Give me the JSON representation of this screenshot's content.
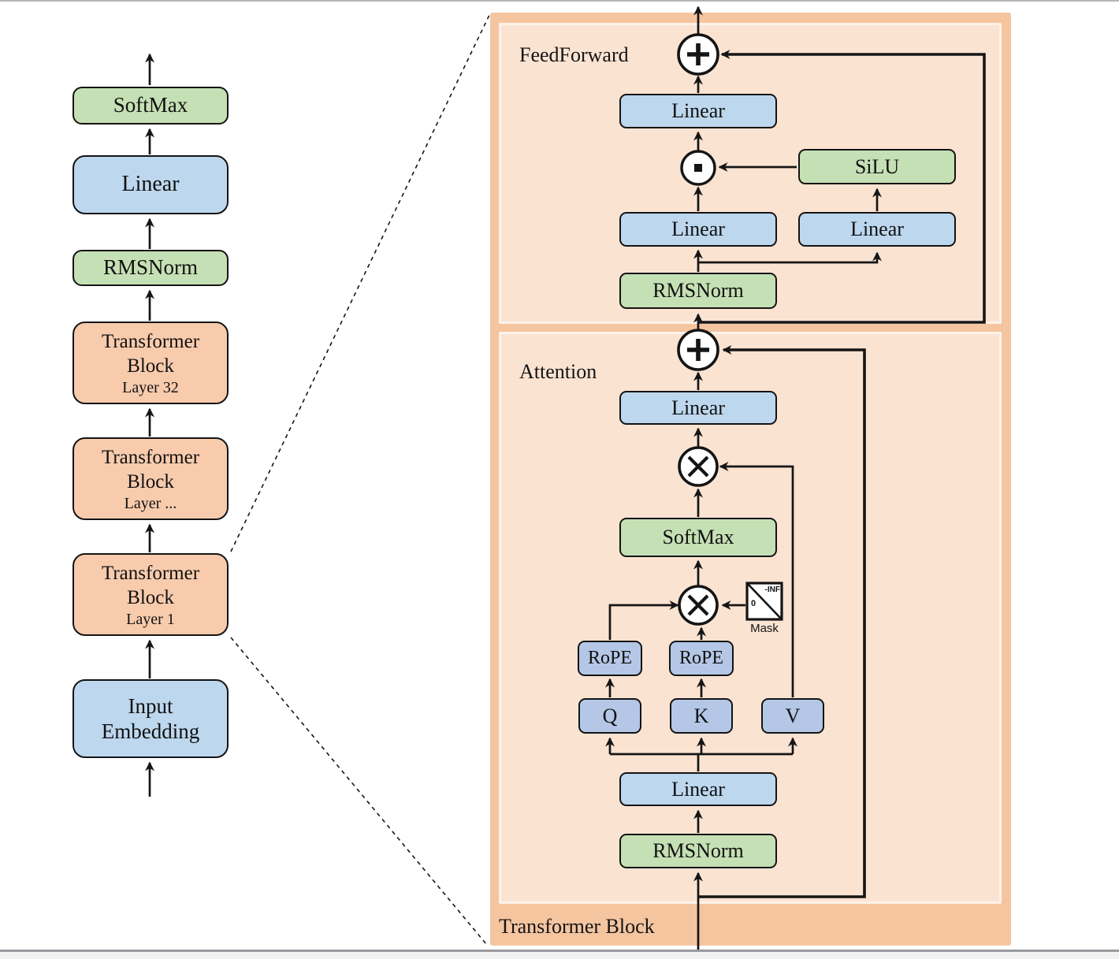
{
  "left_column": {
    "softmax_label": "SoftMax",
    "linear_label": "Linear",
    "rmsnorm_label": "RMSNorm",
    "blocks": [
      {
        "title": "Transformer Block",
        "layer": "Layer 32"
      },
      {
        "title": "Transformer Block",
        "layer": "Layer ..."
      },
      {
        "title": "Transformer Block",
        "layer": "Layer 1"
      }
    ],
    "input_embedding_label": "Input Embedding"
  },
  "diagram": {
    "panel": {
      "title": "Transformer Block"
    },
    "feedforward": {
      "title": "FeedForward",
      "linear_out": "Linear",
      "silu": "SiLU",
      "linear_gate": "Linear",
      "linear_up": "Linear",
      "rmsnorm": "RMSNorm"
    },
    "attention": {
      "title": "Attention",
      "linear_out": "Linear",
      "softmax": "SoftMax",
      "rope_q": "RoPE",
      "rope_k": "RoPE",
      "q": "Q",
      "k": "K",
      "v": "V",
      "linear_qkv": "Linear",
      "rmsnorm": "RMSNorm",
      "mask": {
        "label": "Mask",
        "upper": "-INF",
        "lower": "0"
      }
    },
    "operators": {
      "residual_add": "plus-circle",
      "matmul": "circled-times",
      "elementwise_multiply": "circled-dot"
    }
  },
  "colors": {
    "box_blue": "#bdd7ee",
    "box_green": "#c5e0b4",
    "box_orange": "#f8cbad",
    "box_periwinkle": "#b4c7e7",
    "panel_outer": "#f5c5a0",
    "panel_inner": "#fbe3d2",
    "line": "#151515"
  }
}
